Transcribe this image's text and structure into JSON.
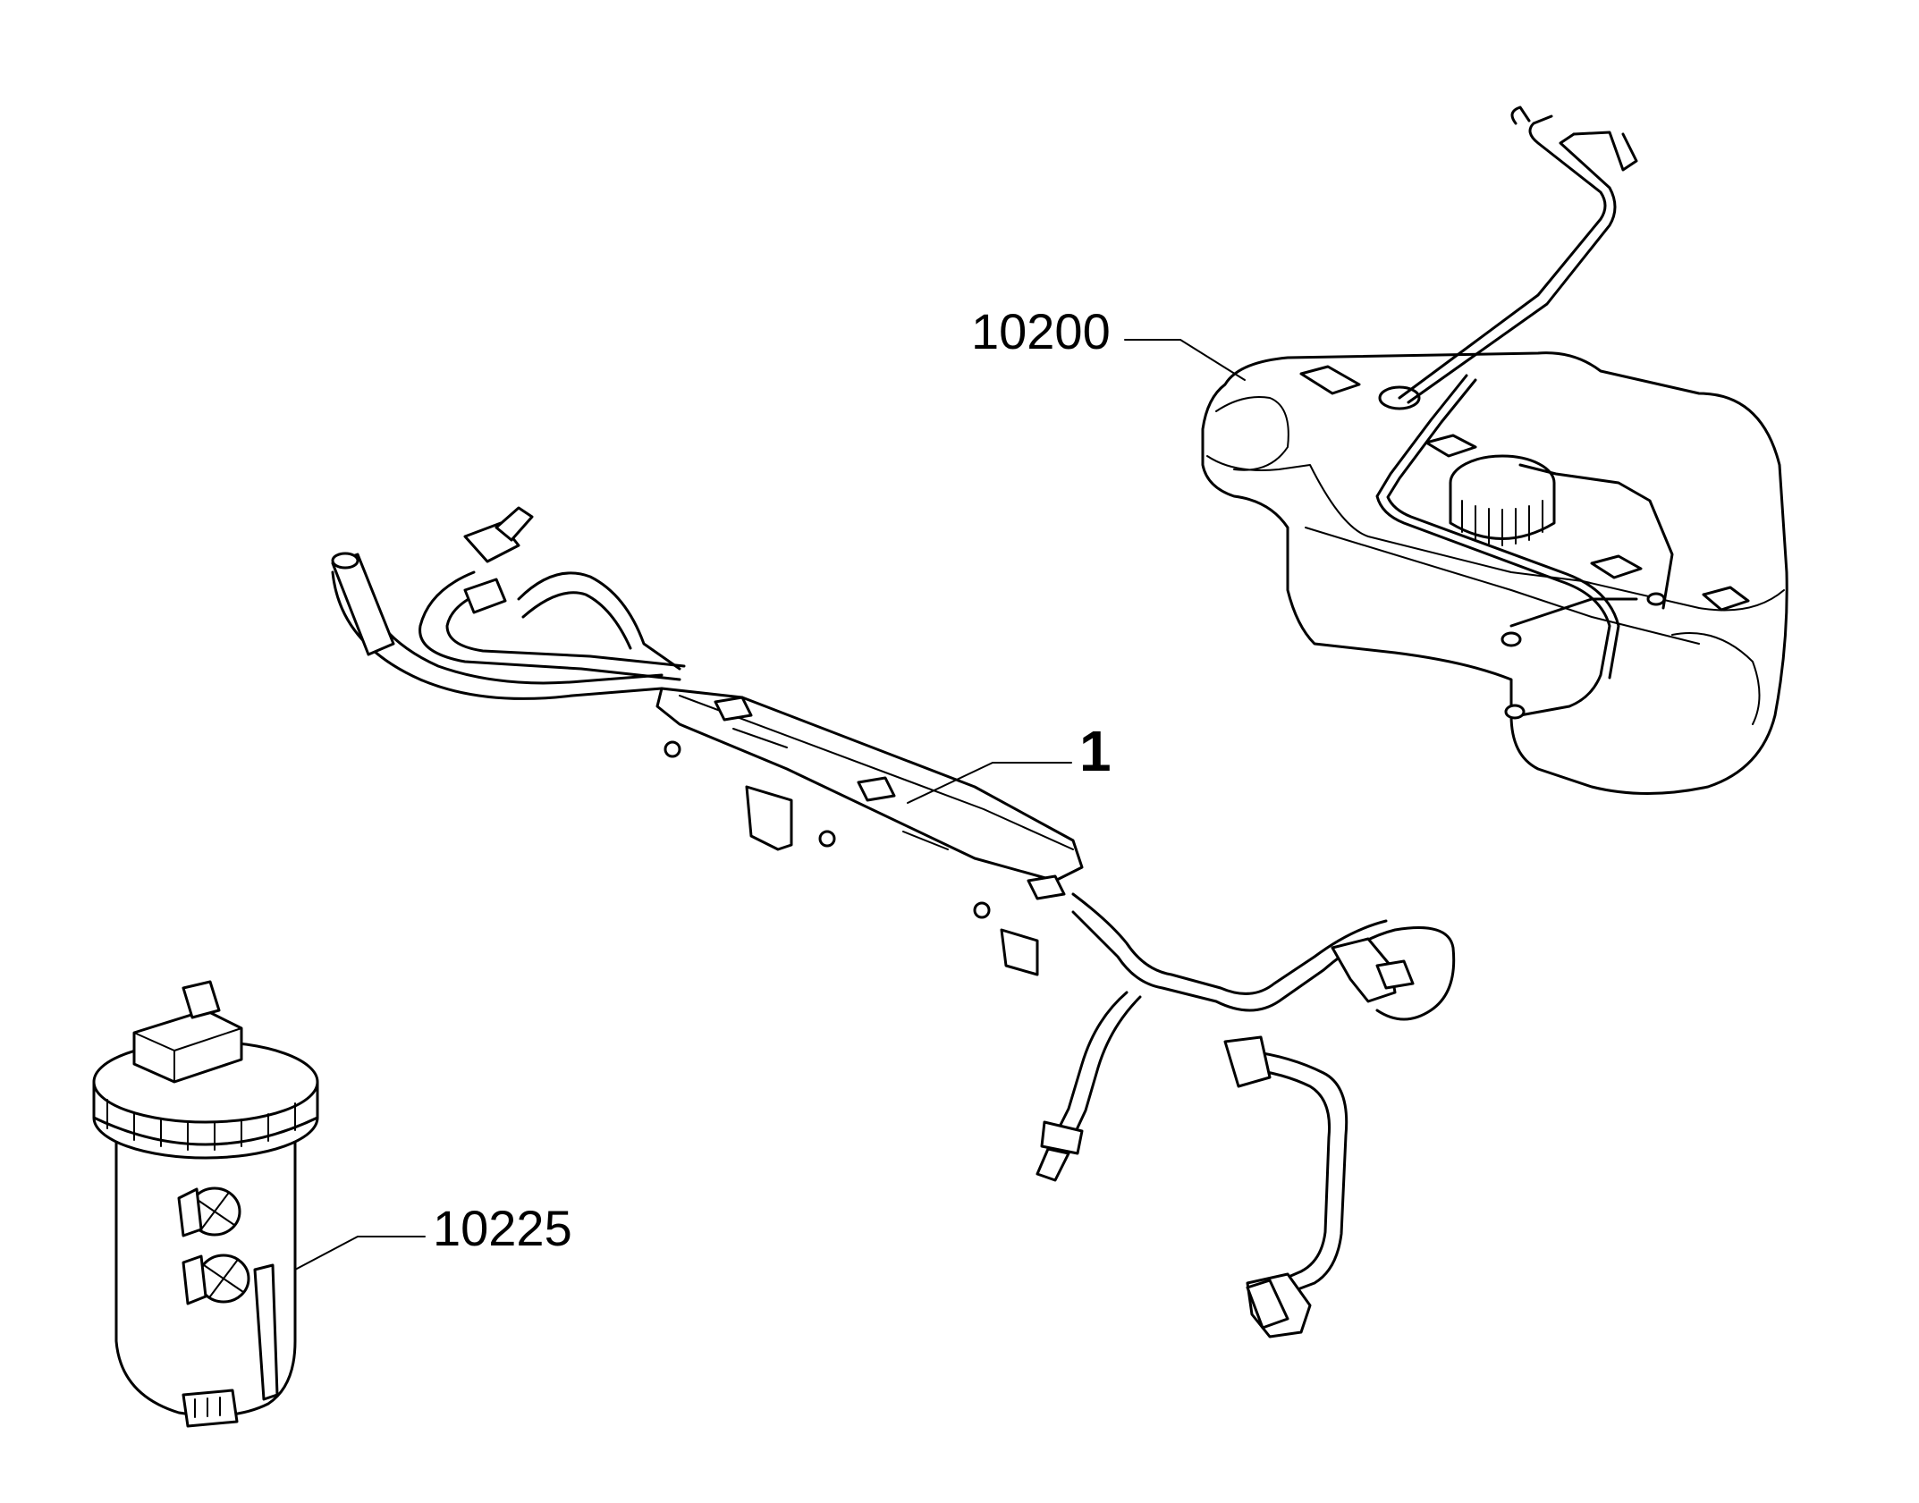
{
  "callouts": {
    "tank": "10200",
    "pipe": "1",
    "filter": "10225"
  },
  "colors": {
    "line": "#000000",
    "background": "#ffffff"
  }
}
